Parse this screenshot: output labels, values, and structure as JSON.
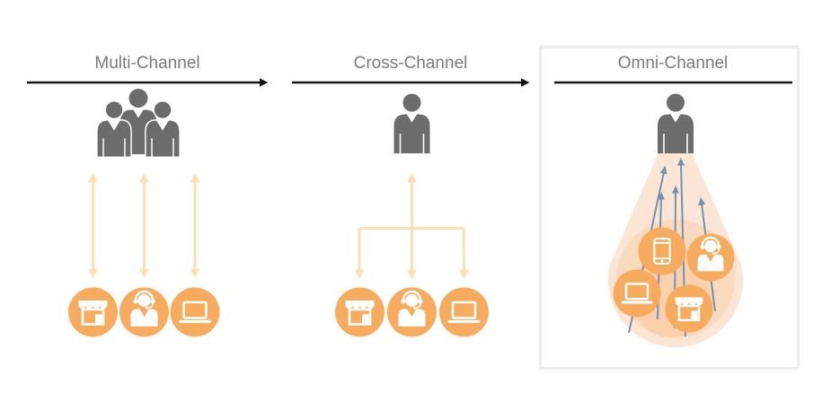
{
  "sections": {
    "multi": {
      "label": "Multi-Channel",
      "customer_icon": "customer-group-icon",
      "channels": [
        "store",
        "support-agent",
        "laptop"
      ]
    },
    "cross": {
      "label": "Cross-Channel",
      "customer_icon": "customer-icon",
      "channels": [
        "store",
        "support-agent",
        "laptop"
      ]
    },
    "omni": {
      "label": "Omni-Channel",
      "customer_icon": "customer-icon",
      "channels": [
        "smartphone",
        "support-agent",
        "laptop",
        "store"
      ]
    }
  },
  "colors": {
    "channel_orange": "#F7AB5E",
    "arrow_peach": "#FBE0B4",
    "beam_light": "#FBE5D4",
    "beam_overlay": "rgba(247,171,94,0.18)",
    "flow_blue": "#7591B5",
    "person_gray": "#6C6C6C",
    "title_gray": "#7A7A7A",
    "line_black": "#141414",
    "panel_border": "#ECECEC"
  }
}
